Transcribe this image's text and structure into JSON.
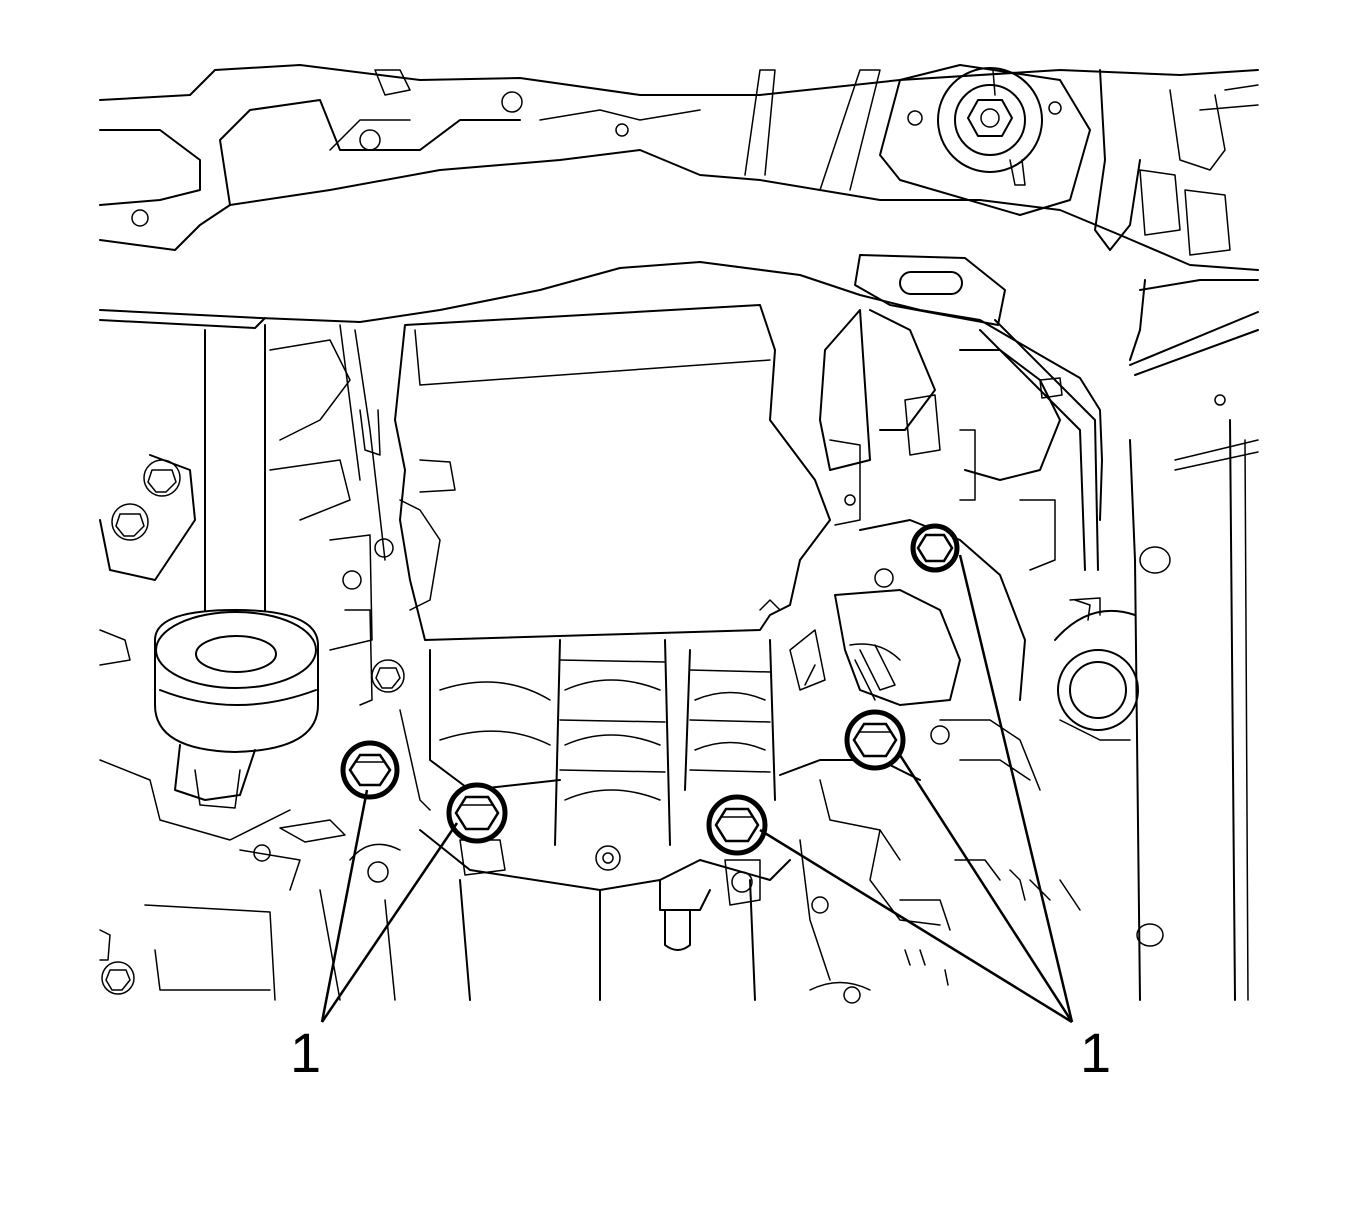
{
  "callouts": [
    {
      "id": "left",
      "label": "1"
    },
    {
      "id": "right",
      "label": "1"
    }
  ],
  "colors": {
    "ink": "#000000",
    "paper": "#ffffff"
  }
}
